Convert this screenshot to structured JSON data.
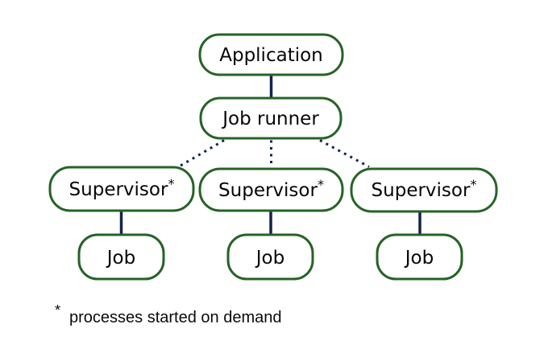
{
  "diagram": {
    "nodes": {
      "application": {
        "label": "Application"
      },
      "job_runner": {
        "label": "Job runner"
      },
      "supervisor_1": {
        "label": "Supervisor",
        "superscript": "*"
      },
      "supervisor_2": {
        "label": "Supervisor",
        "superscript": "*"
      },
      "supervisor_3": {
        "label": "Supervisor",
        "superscript": "*"
      },
      "job_1": {
        "label": "Job"
      },
      "job_2": {
        "label": "Job"
      },
      "job_3": {
        "label": "Job"
      }
    },
    "edges": [
      {
        "from": "application",
        "to": "job_runner",
        "style": "solid"
      },
      {
        "from": "job_runner",
        "to": "supervisor_1",
        "style": "dashed"
      },
      {
        "from": "job_runner",
        "to": "supervisor_2",
        "style": "dashed"
      },
      {
        "from": "job_runner",
        "to": "supervisor_3",
        "style": "dashed"
      },
      {
        "from": "supervisor_1",
        "to": "job_1",
        "style": "solid"
      },
      {
        "from": "supervisor_2",
        "to": "job_2",
        "style": "solid"
      },
      {
        "from": "supervisor_3",
        "to": "job_3",
        "style": "solid"
      }
    ],
    "footnote": {
      "marker": "*",
      "text": "processes started on demand"
    },
    "colors": {
      "node_border": "#256325",
      "edge": "#13234f",
      "text": "#060606",
      "background": "#ffffff"
    }
  }
}
